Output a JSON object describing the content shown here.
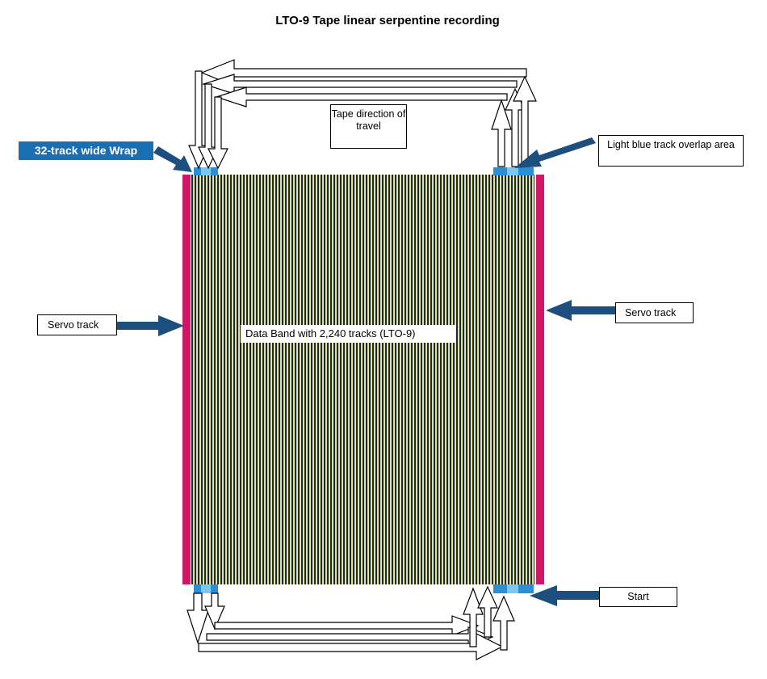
{
  "title": "LTO-9 Tape linear serpentine recording",
  "labels": {
    "wrap": "32-track wide Wrap",
    "overlap": "Light blue track overlap area",
    "servo_left": "Servo track",
    "servo_right": "Servo track",
    "data_band": "Data Band with 2,240 tracks (LTO-9)",
    "direction": "Tape direction of travel",
    "start": "Start"
  },
  "colors": {
    "servo": "#d21566",
    "track_dark": "#1b2a38",
    "track_light": "#e8e6a0",
    "overlap_blue": "#2b8fd6",
    "overlap_light": "#7cc7f0",
    "pointer": "#1d4f7e",
    "wrap_label_bg": "#1a6fb3"
  }
}
